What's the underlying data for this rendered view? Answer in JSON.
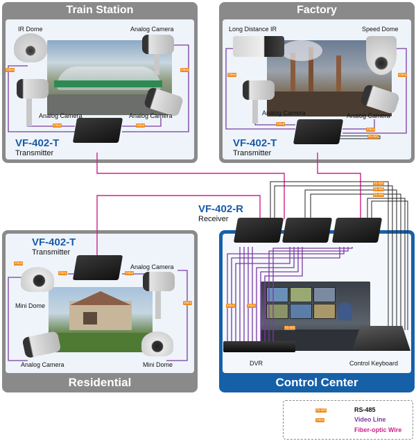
{
  "panels": {
    "train": {
      "title": "Train Station",
      "model": "VF-402-T",
      "role": "Transmitter"
    },
    "factory": {
      "title": "Factory",
      "model": "VF-402-T",
      "role": "Transmitter"
    },
    "residential": {
      "title": "Residential",
      "model": "VF-402-T",
      "role": "Transmitter"
    },
    "control": {
      "title": "Control Center",
      "model": "VF-402-R",
      "role": "Receiver"
    }
  },
  "labels": {
    "ir_dome": "IR Dome",
    "analog_camera_tr": "Analog Camera",
    "analog_camera_bl": "Analog Camera",
    "analog_camera_br": "Analog Camera",
    "long_distance_ir": "Long Distance IR",
    "speed_dome": "Speed Dome",
    "analog_camera_f1": "Analog Camera",
    "analog_camera_f2": "Analog Camera",
    "mini_dome_1": "Mini Dome",
    "analog_camera_r1": "Analog Camera",
    "analog_camera_r2": "Analog Camera",
    "mini_dome_2": "Mini Dome",
    "dvr": "DVR",
    "control_keyboard": "Control Keyboard"
  },
  "tags": {
    "video": "Video",
    "rs485": "RS-485"
  },
  "legend": {
    "rs485": "RS-485",
    "video": "Video Line",
    "fiber": "Fiber-optic Wire",
    "rs485_tag": "RS-485",
    "video_tag": "Video"
  },
  "colors": {
    "panel_gray": "#8a8a8a",
    "panel_blue": "#1660a8",
    "model_blue": "#1a5aa8",
    "video_line": "#7a3aa0",
    "fiber_line": "#d0208a",
    "rs485_line": "#222222",
    "tag_orange": "#f08a1a"
  }
}
